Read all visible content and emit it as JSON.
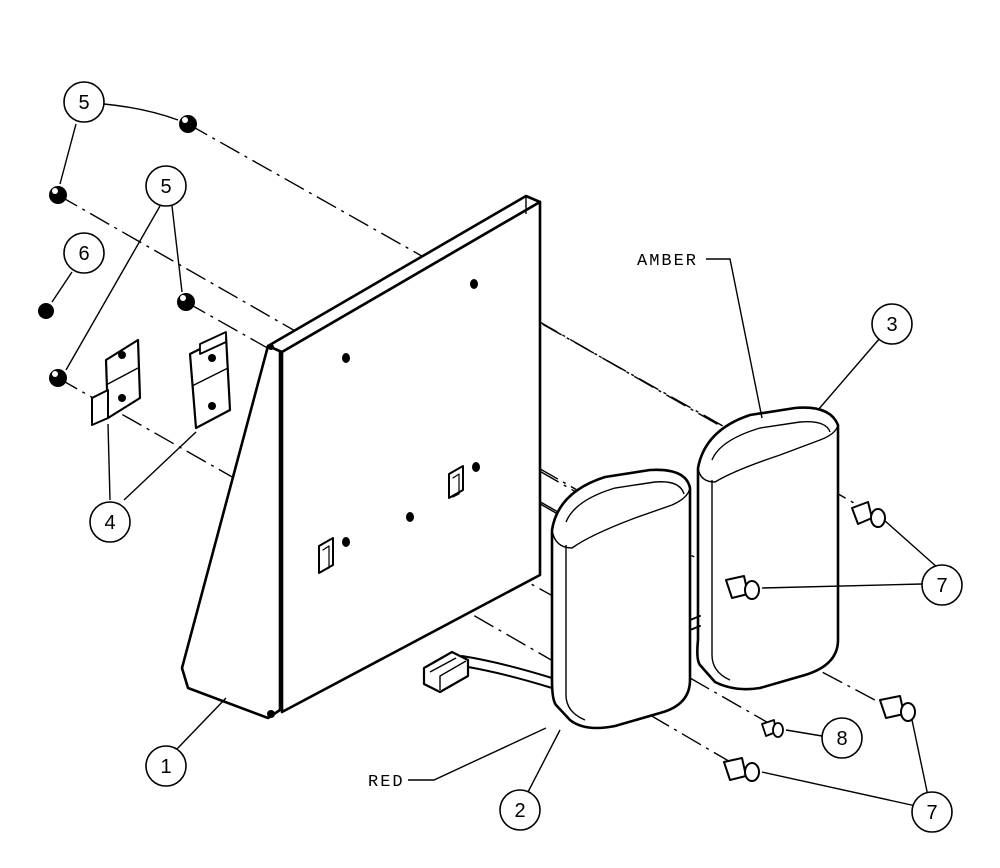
{
  "callouts": [
    {
      "id": "c5a",
      "text": "5"
    },
    {
      "id": "c5b",
      "text": "5"
    },
    {
      "id": "c6",
      "text": "6"
    },
    {
      "id": "c4",
      "text": "4"
    },
    {
      "id": "c1",
      "text": "1"
    },
    {
      "id": "c2",
      "text": "2"
    },
    {
      "id": "c3",
      "text": "3"
    },
    {
      "id": "c7a",
      "text": "7"
    },
    {
      "id": "c7b",
      "text": "7"
    },
    {
      "id": "c8",
      "text": "8"
    }
  ],
  "labels": {
    "amber": "AMBER",
    "red": "RED"
  }
}
